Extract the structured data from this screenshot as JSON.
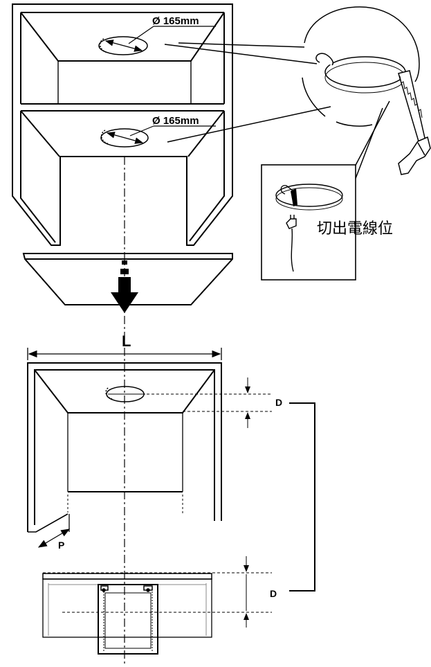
{
  "labels": {
    "diameter_top": "Ø 165mm",
    "diameter_middle": "Ø 165mm",
    "cut_cable": "切出電線位",
    "width": "L",
    "depth_top": "D",
    "depth_bottom": "D",
    "panel_depth": "P"
  },
  "icons": {
    "saw": "hand-saw-icon",
    "plug": "power-plug-icon",
    "arrow": "down-arrow-icon"
  },
  "colors": {
    "line": "#000000",
    "grey": "#888888",
    "background": "#ffffff"
  }
}
